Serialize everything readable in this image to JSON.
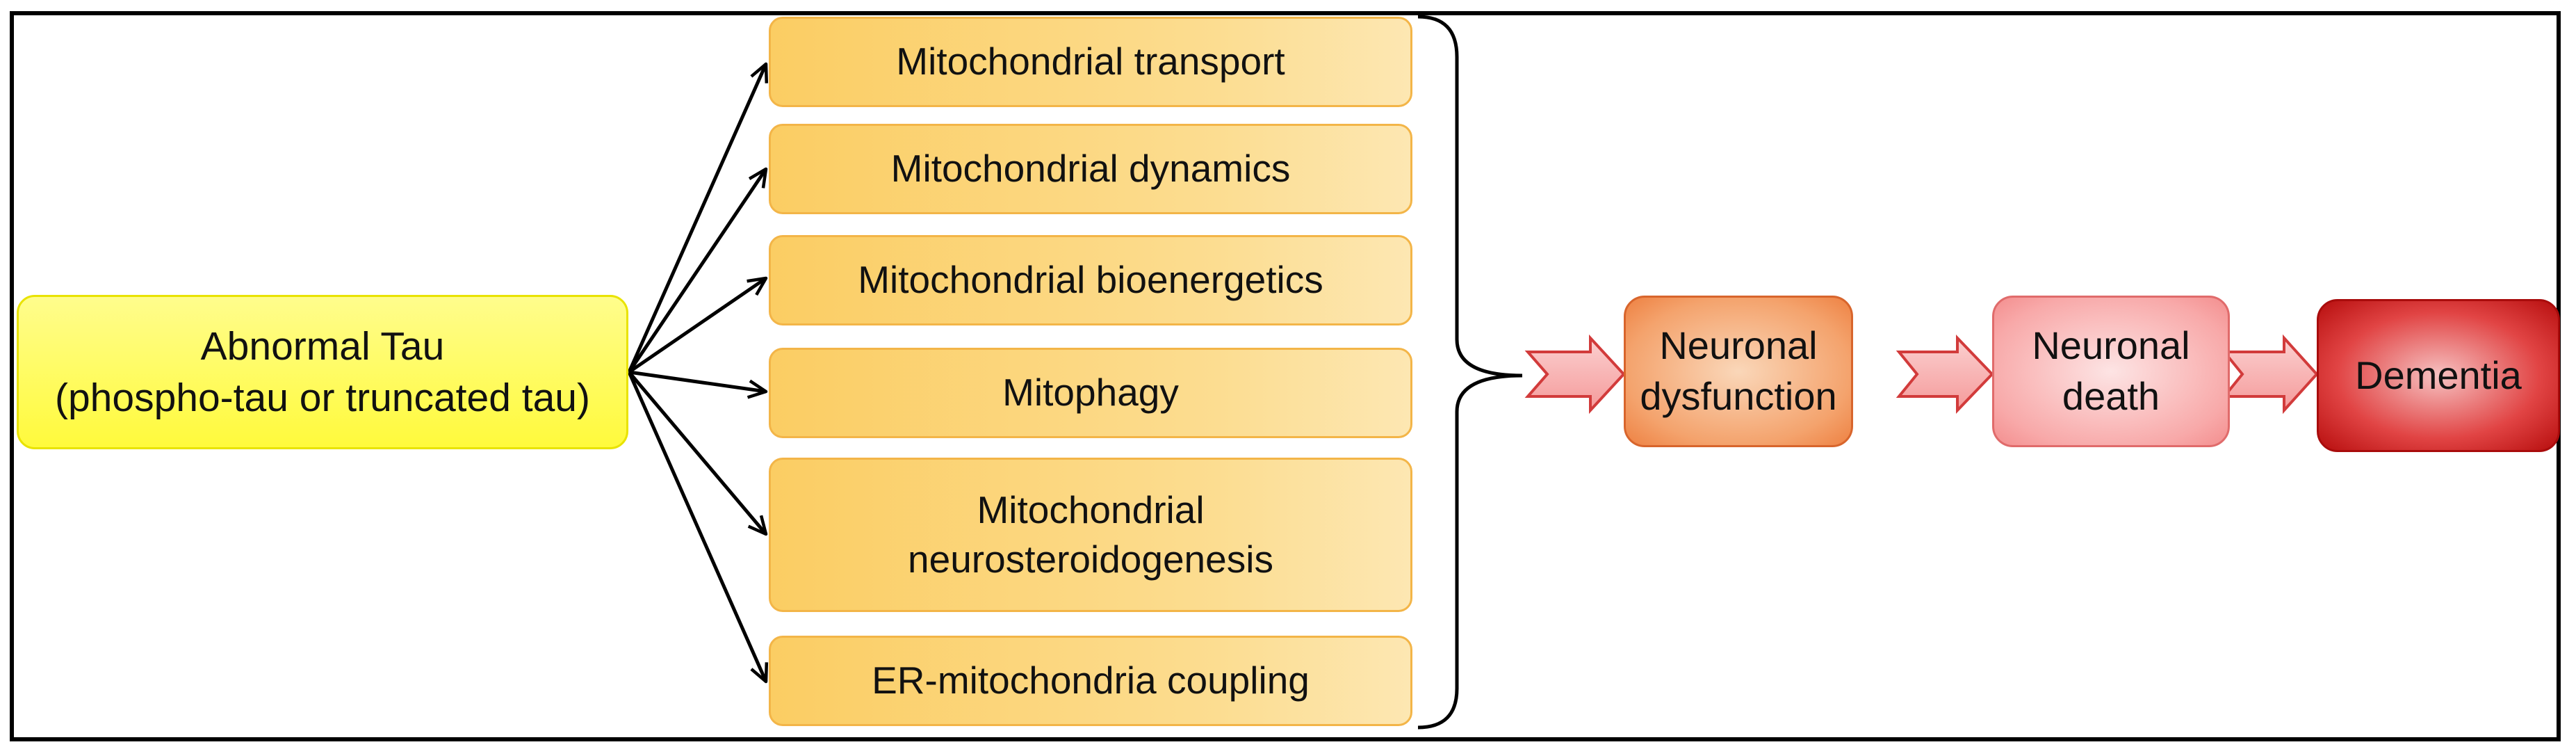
{
  "source": {
    "label": "Abnormal Tau\n(phospho-tau or truncated tau)"
  },
  "mitochondrial_effects": [
    {
      "label": "Mitochondrial transport"
    },
    {
      "label": "Mitochondrial dynamics"
    },
    {
      "label": "Mitochondrial bioenergetics"
    },
    {
      "label": "Mitophagy"
    },
    {
      "label": "Mitochondrial\nneurosteroidogenesis"
    },
    {
      "label": "ER-mitochondria coupling"
    }
  ],
  "outcomes": [
    {
      "label": "Neuronal\ndysfunction",
      "color": "#f4a36d"
    },
    {
      "label": "Neuronal\ndeath",
      "color": "#f8a9a9"
    },
    {
      "label": "Dementia",
      "color": "#c4161c"
    }
  ],
  "colors": {
    "source_fill": "#fffa3c",
    "effect_fill": "#fbcd63",
    "chevron_arrow": "#e06060",
    "line": "#000000"
  }
}
